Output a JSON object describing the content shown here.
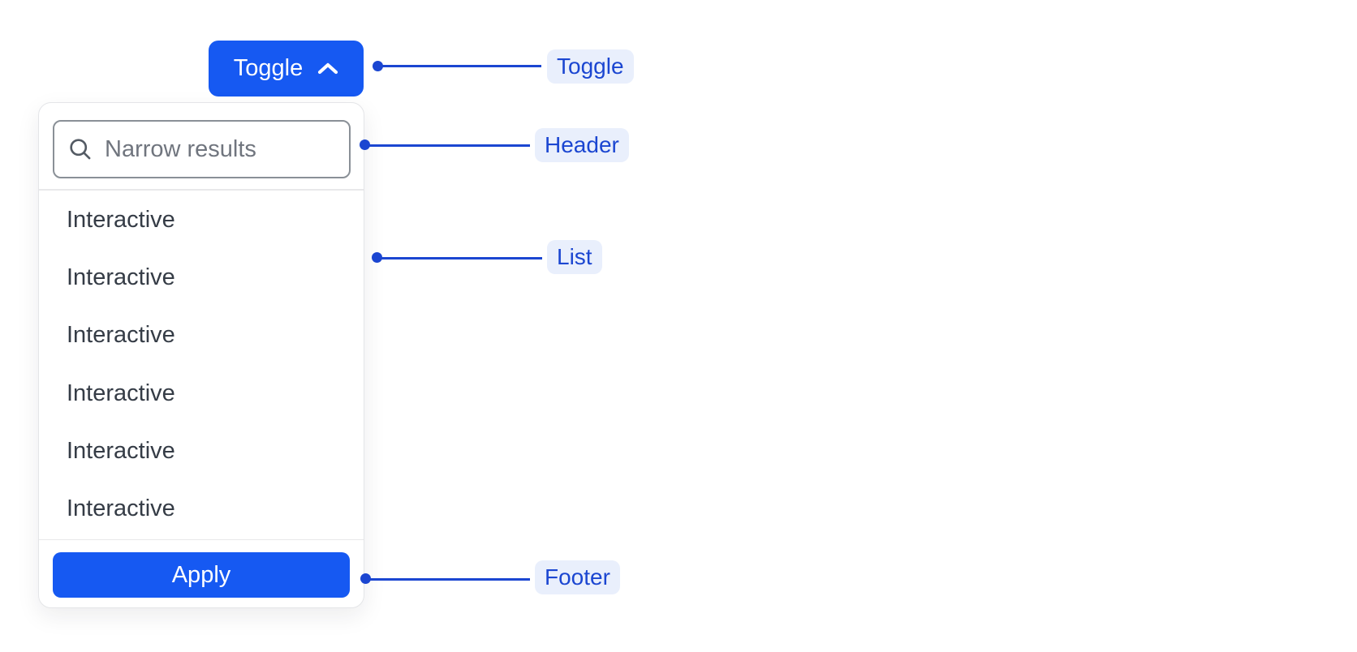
{
  "toggle": {
    "label": "Toggle",
    "icon": "chevron-up-icon"
  },
  "dropdown": {
    "header": {
      "search_placeholder": "Narrow results",
      "search_icon": "search-icon"
    },
    "list": {
      "items": [
        "Interactive",
        "Interactive",
        "Interactive",
        "Interactive",
        "Interactive",
        "Interactive"
      ]
    },
    "footer": {
      "apply_label": "Apply"
    }
  },
  "annotations": [
    {
      "label": "Toggle",
      "target": "toggle-button"
    },
    {
      "label": "Header",
      "target": "dropdown-header"
    },
    {
      "label": "List",
      "target": "dropdown-list"
    },
    {
      "label": "Footer",
      "target": "dropdown-footer"
    }
  ],
  "colors": {
    "accent_blue": "#1659F2",
    "annotation_blue": "#1B46D1",
    "annotation_pill_bg": "#E9EFFC",
    "list_text": "#353C46",
    "placeholder_text": "#70757E",
    "input_border": "#8A9097",
    "panel_border": "#E4E5E8"
  }
}
